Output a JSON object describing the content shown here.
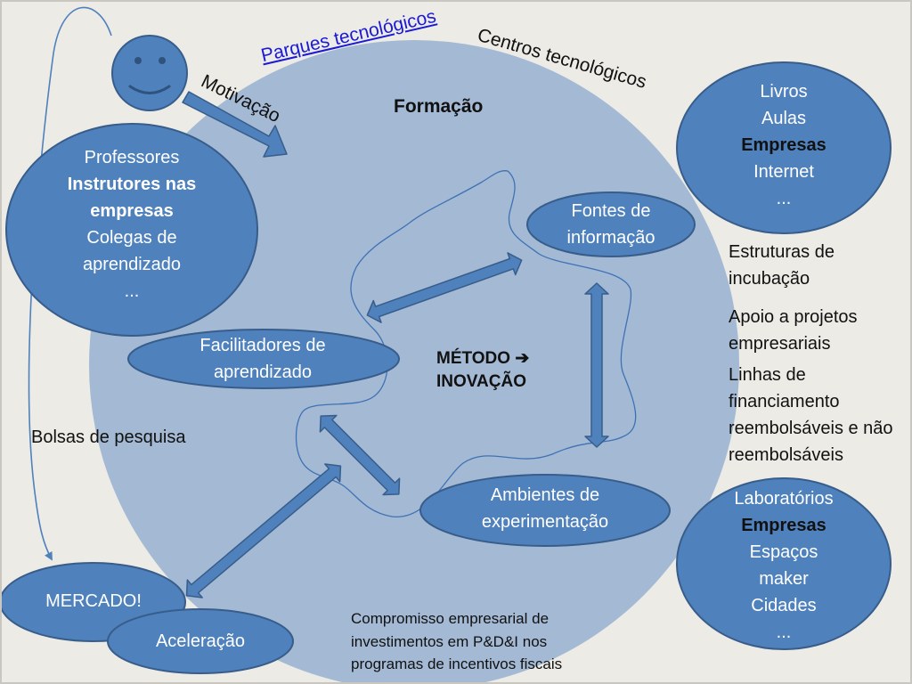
{
  "top_labels": {
    "parques": "Parques tecnológicos",
    "centros": "Centros tecnológicos",
    "motivacao": "Motivação",
    "formacao": "Formação"
  },
  "people_circle": {
    "line1": "Professores",
    "line2": "Instrutores nas",
    "line3": "empresas",
    "line4": "Colegas de",
    "line5": "aprendizado",
    "line6": "..."
  },
  "resources_circle": {
    "line1": "Livros",
    "line2": "Aulas",
    "line3": "Empresas",
    "line4": "Internet",
    "line5": "..."
  },
  "labs_circle": {
    "line1": "Laboratórios",
    "line2": "Empresas",
    "line3": "Espaços",
    "line4": "maker",
    "line5": "Cidades",
    "line6": "..."
  },
  "nodes": {
    "fontes_l1": "Fontes de",
    "fontes_l2": "informação",
    "facilitadores_l1": "Facilitadores de",
    "facilitadores_l2": "aprendizado",
    "ambientes_l1": "Ambientes de",
    "ambientes_l2": "experimentação",
    "mercado": "MERCADO!",
    "aceleracao": "Aceleração"
  },
  "center": {
    "metodo": "MÉTODO",
    "arrow": "➔",
    "inovacao": "INOVAÇÃO"
  },
  "right_text": {
    "estruturas_l1": "Estruturas de",
    "estruturas_l2": "incubação",
    "apoio_l1": "Apoio a projetos",
    "apoio_l2": "empresariais",
    "linhas_l1": "Linhas de",
    "linhas_l2": "financiamento",
    "linhas_l3": "reembolsáveis e não",
    "linhas_l4": "reembolsáveis"
  },
  "left_text": {
    "bolsas": "Bolsas de pesquisa"
  },
  "bottom_text": {
    "l1": "Compromisso  empresarial de",
    "l2": "investimentos em P&D&I nos",
    "l3": "programas de incentivos fiscais"
  },
  "colors": {
    "big_circle": "#a3b9d4",
    "node_fill": "#4f81bd",
    "node_stroke": "#385d8a",
    "squiggle": "#3f72b5"
  }
}
